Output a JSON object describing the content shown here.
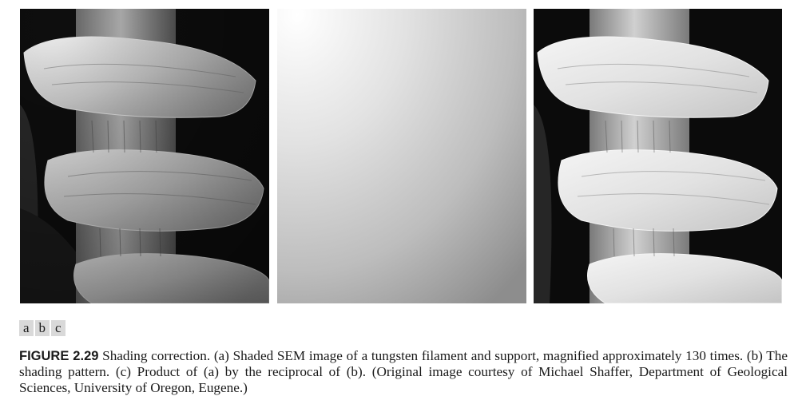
{
  "figure": {
    "label": "FIGURE 2.29",
    "caption": "Shading correction. (a) Shaded SEM image of a tungsten filament and support, magnified approximately 130 times. (b) The shading pattern. (c) Product of (a) by the reciprocal of (b). (Original image courtesy of Michael Shaffer, Department of Geological Sciences, University of Oregon, Eugene.)"
  },
  "panels": [
    {
      "id": "a"
    },
    {
      "id": "b"
    },
    {
      "id": "c"
    }
  ],
  "panel_labels": [
    "a",
    "b",
    "c"
  ]
}
